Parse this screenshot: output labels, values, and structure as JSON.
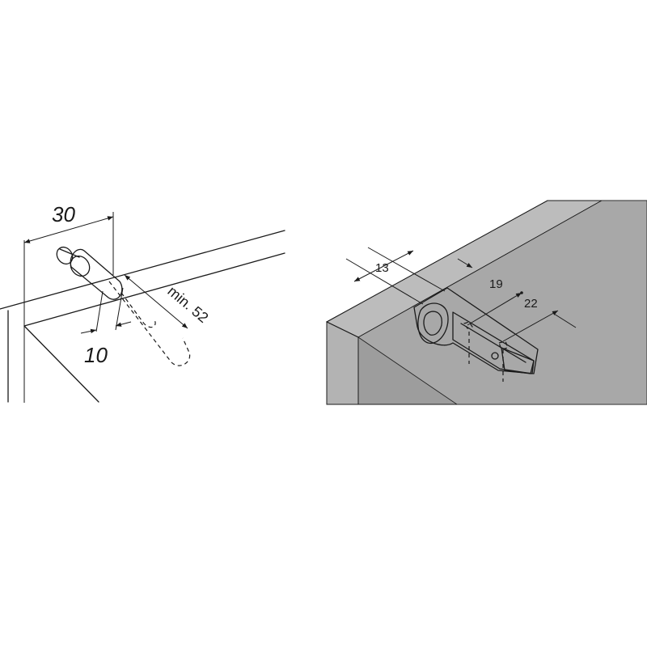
{
  "left_drawing": {
    "dim_width": "30",
    "dim_diameter": "10",
    "dim_depth": "min. 52"
  },
  "right_drawing": {
    "dim_a": "13",
    "dim_b": "19",
    "dim_c": "22"
  },
  "colors": {
    "line": "#1a1a1a",
    "panel_gray": "#9d9d9d",
    "panel_top": "#bcbcbc",
    "panel_inner": "#a8a8a8"
  }
}
